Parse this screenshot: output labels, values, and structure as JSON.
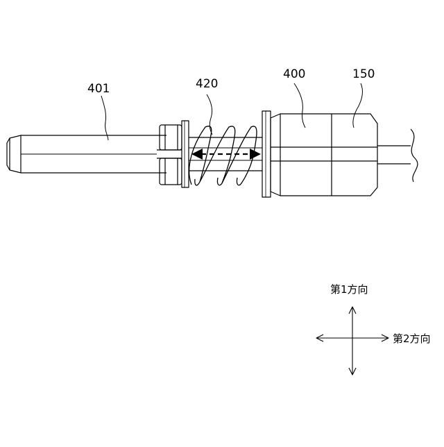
{
  "labels": {
    "rod": "401",
    "spring": "420",
    "body": "400",
    "cap": "150"
  },
  "directions": {
    "first": "第1方向",
    "second": "第2方向"
  }
}
